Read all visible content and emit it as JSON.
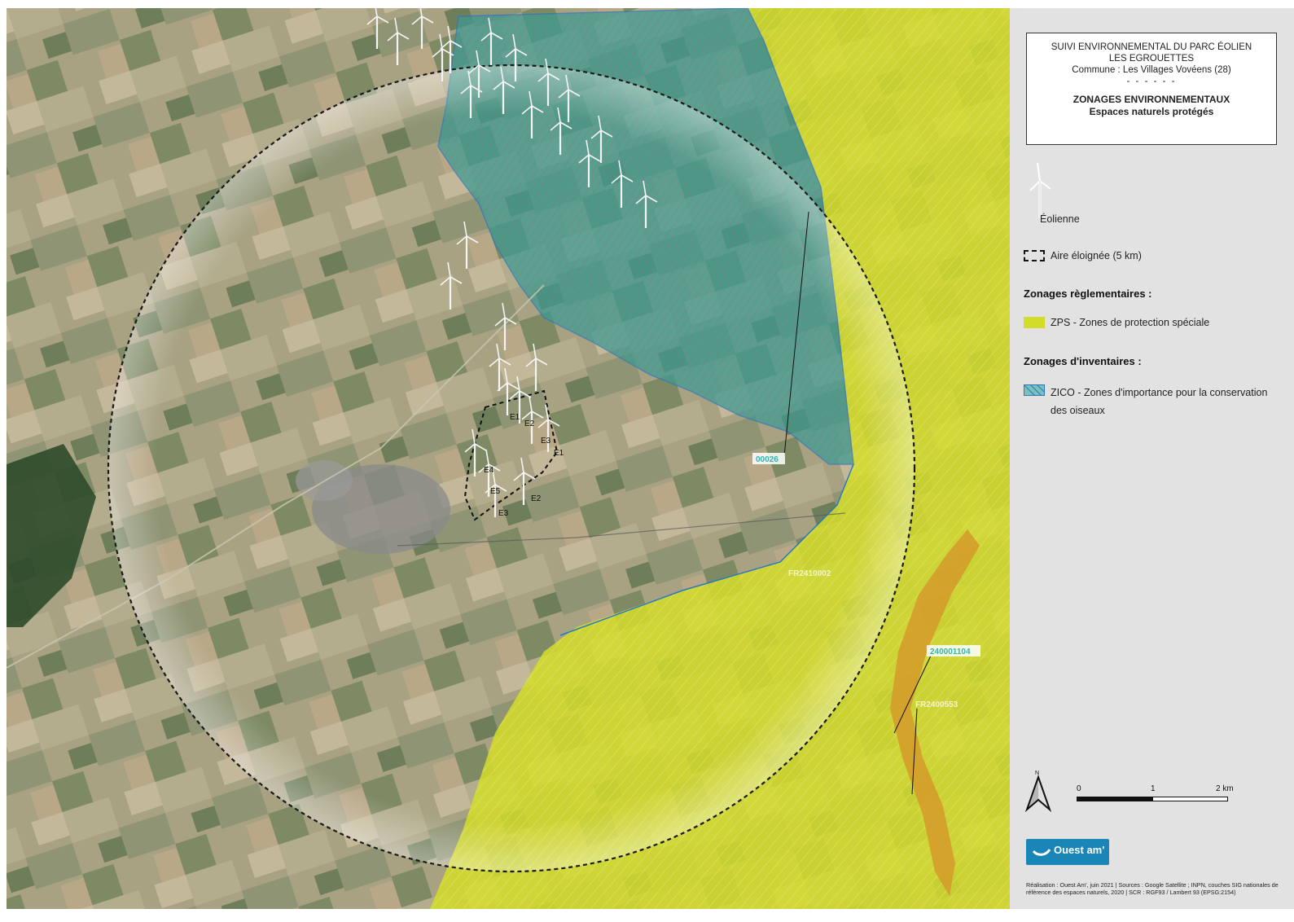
{
  "title_box": {
    "line1": "SUIVI ENVIRONNEMENTAL DU PARC ÉOLIEN",
    "line2": "LES EGROUETTES",
    "line3": "Commune : Les Villages Vovéens (28)",
    "separator": "- - - - - -",
    "line4": "ZONAGES ENVIRONNEMENTAUX",
    "line5": "Espaces naturels protégés"
  },
  "legend": {
    "turbine_label": "Éolienne",
    "area_label": "Aire éloignée (5 km)",
    "regulatory_heading": "Zonages règlementaires :",
    "zps_label": "ZPS - Zones de protection spéciale",
    "inventory_heading": "Zonages d'inventaires :",
    "zico_label_line1": "ZICO - Zones d'importance pour la conservation",
    "zico_label_line2": "des oiseaux"
  },
  "scale": {
    "l0": "0",
    "l1": "1",
    "l2": "2 km"
  },
  "north_label": "N",
  "logo": {
    "name": "Ouest am'"
  },
  "credits": "Réalisation : Ouest Am', juin 2021 | Sources : Google Satellite ; INPN, couches SIG nationales de référence des espaces naturels, 2020 | SCR : RGF93 / Lambert 93 (EPSG:2154)",
  "map_labels": {
    "zico_code": "00026",
    "zps_code": "FR2410002",
    "znieff_code": "240001104",
    "fr_code2": "FR2400553"
  },
  "turbine_labels": [
    "E1",
    "E2",
    "E3",
    "E4",
    "E5",
    "E1",
    "E2",
    "E3"
  ],
  "colors": {
    "zps_fill": "#d4dc2a",
    "zico_fill": "#3a9c92",
    "zico_border": "#2a78c0",
    "river_fill": "#d59a2a",
    "label_cyan": "#3ed6d0"
  }
}
